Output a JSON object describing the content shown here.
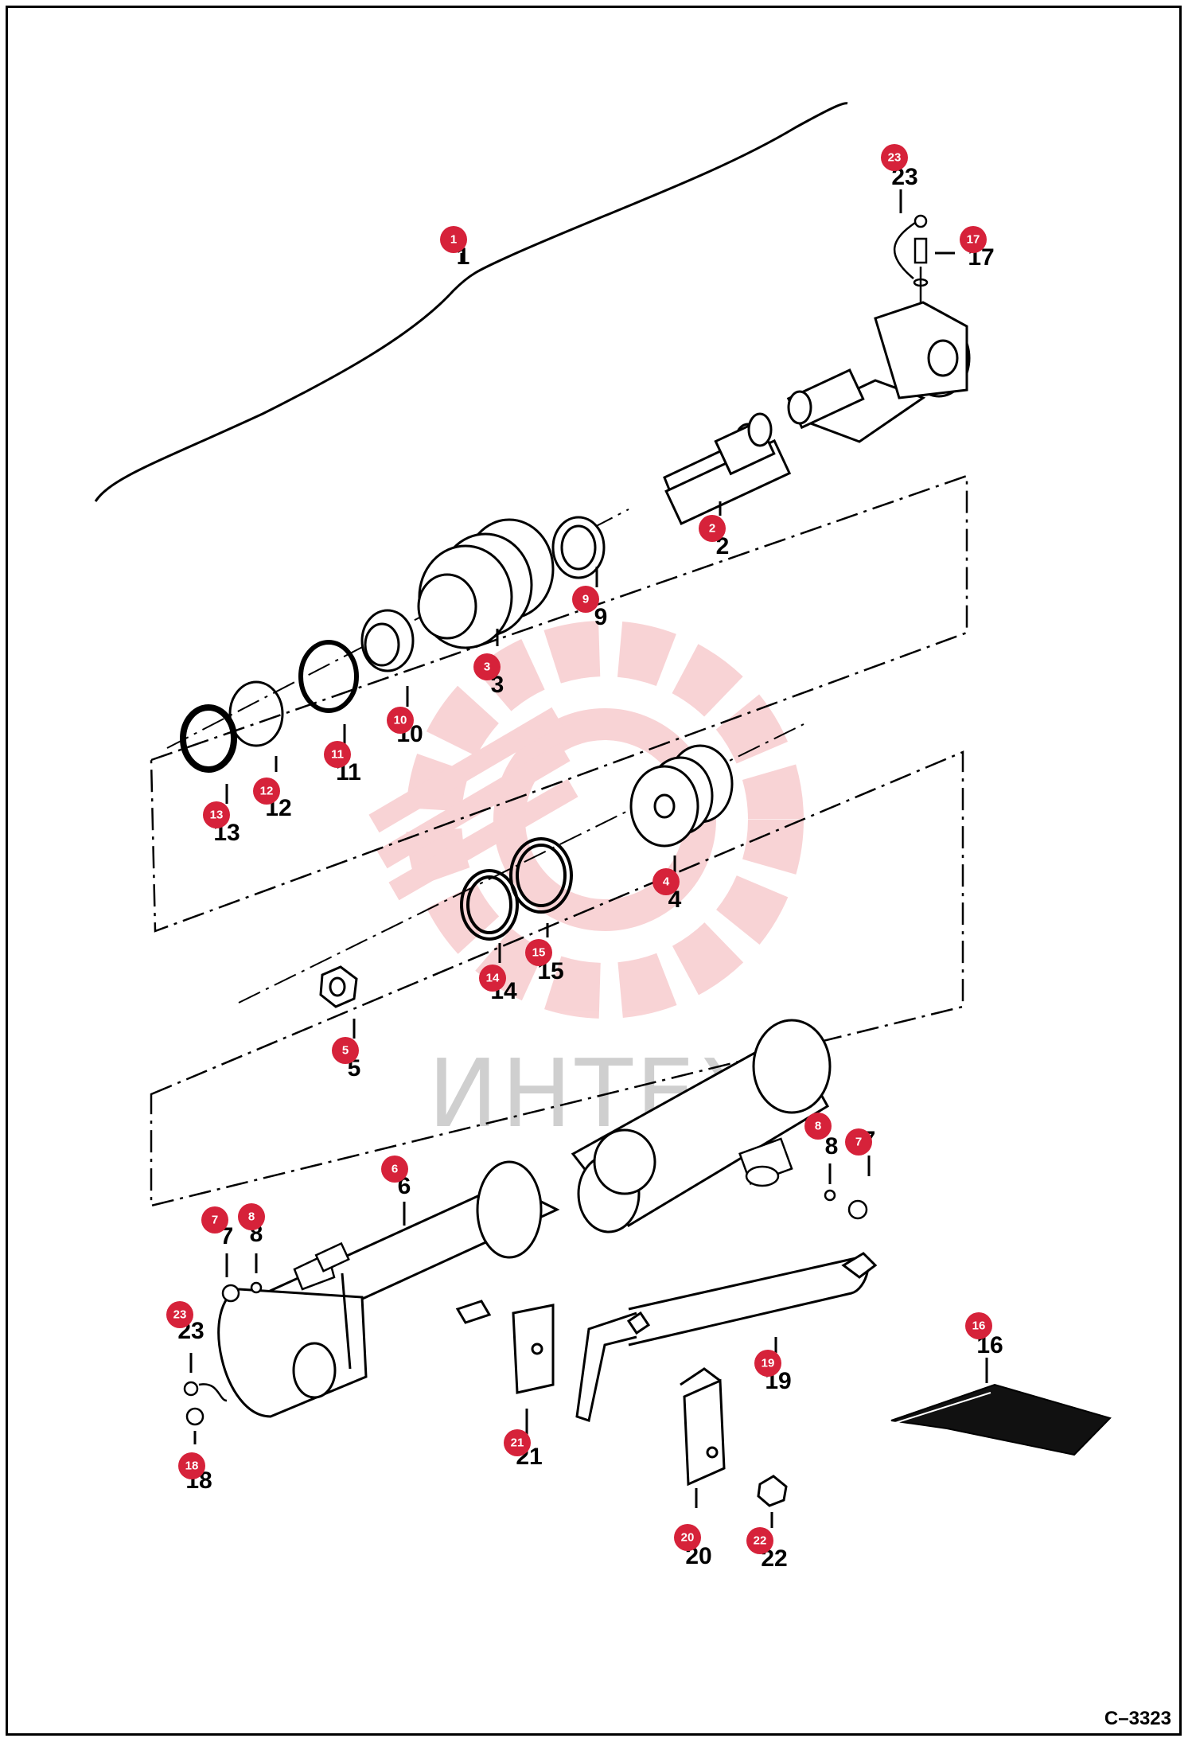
{
  "document_id": "C–3323",
  "watermark": {
    "text": "ИНТЕХ",
    "color": "#e8636b"
  },
  "callout_color": "#d6223a",
  "callouts": [
    {
      "num": "1",
      "label": "1"
    },
    {
      "num": "2",
      "label": "2"
    },
    {
      "num": "3",
      "label": "3"
    },
    {
      "num": "4",
      "label": "4"
    },
    {
      "num": "5",
      "label": "5"
    },
    {
      "num": "6",
      "label": "6"
    },
    {
      "num": "7",
      "label": "7"
    },
    {
      "num": "7",
      "label": "7"
    },
    {
      "num": "8",
      "label": "8"
    },
    {
      "num": "8",
      "label": "8"
    },
    {
      "num": "9",
      "label": "9"
    },
    {
      "num": "10",
      "label": "10"
    },
    {
      "num": "11",
      "label": "11"
    },
    {
      "num": "12",
      "label": "12"
    },
    {
      "num": "13",
      "label": "13"
    },
    {
      "num": "14",
      "label": "14"
    },
    {
      "num": "15",
      "label": "15"
    },
    {
      "num": "16",
      "label": "16"
    },
    {
      "num": "17",
      "label": "17"
    },
    {
      "num": "18",
      "label": "18"
    },
    {
      "num": "19",
      "label": "19"
    },
    {
      "num": "20",
      "label": "20"
    },
    {
      "num": "21",
      "label": "21"
    },
    {
      "num": "22",
      "label": "22"
    },
    {
      "num": "23",
      "label": "23"
    },
    {
      "num": "23",
      "label": "23"
    }
  ]
}
